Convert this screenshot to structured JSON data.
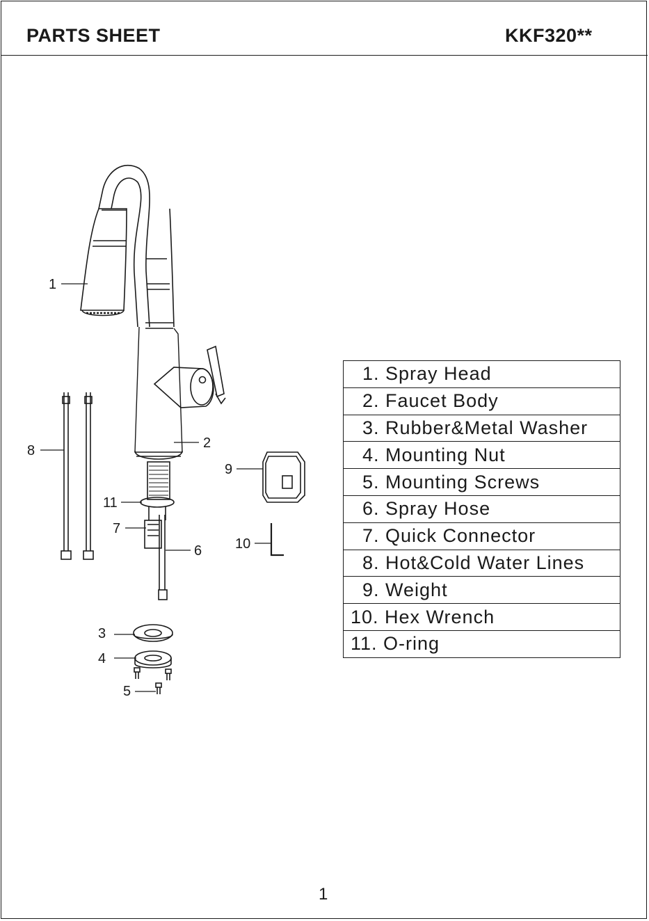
{
  "header": {
    "title": "PARTS SHEET",
    "model": "KKF320**"
  },
  "callouts": [
    "1",
    "2",
    "3",
    "4",
    "5",
    "6",
    "7",
    "8",
    "9",
    "10",
    "11"
  ],
  "parts": [
    "  1. Spray Head",
    "  2. Faucet Body",
    "  3. Rubber&Metal Washer",
    "  4. Mounting Nut",
    "  5. Mounting Screws",
    "  6. Spray Hose",
    "  7. Quick Connector",
    "  8. Hot&Cold Water Lines",
    "  9. Weight",
    "10. Hex Wrench",
    "11. O-ring"
  ],
  "footer": {
    "page_number": "1"
  }
}
